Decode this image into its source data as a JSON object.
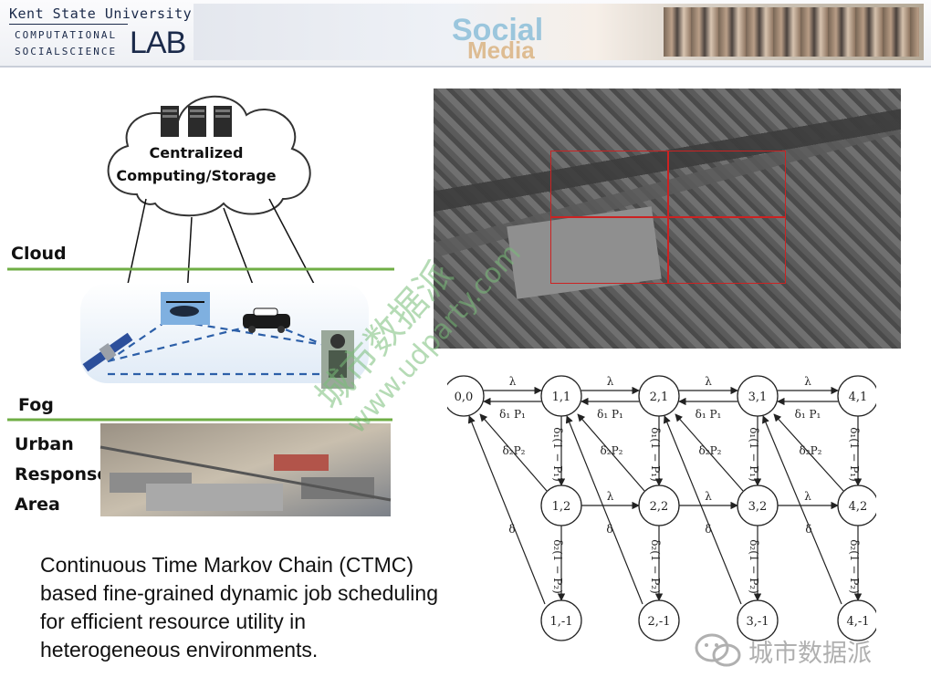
{
  "header": {
    "logo_line1": "Kent State University",
    "logo_line2": "COMPUTATIONAL",
    "logo_line3": "SOCIALSCIENCE",
    "logo_lab": "LAB",
    "collage_word1": "Social",
    "collage_word2": "Media"
  },
  "left_diagram": {
    "cloud_label_line1": "Centralized",
    "cloud_label_line2": "Computing/Storage",
    "cloud_layer": "Cloud",
    "fog_layer": "Fog",
    "area_line1": "Urban",
    "area_line2": "Response",
    "area_line3": "Area",
    "line_color": "#6fae45"
  },
  "ctmc": {
    "states_top": [
      "0,0",
      "1,1",
      "2,1",
      "3,1",
      "4,1"
    ],
    "states_mid": [
      "1,2",
      "2,2",
      "3,2",
      "4,2"
    ],
    "states_bot": [
      "1,-1",
      "2,-1",
      "3,-1",
      "4,-1"
    ],
    "rate_forward": "λ",
    "rate_back": "δ",
    "rate_back_top": "δ₁ P₁",
    "rate_diag": "δ₂P₂",
    "rate_down_top": "δ₁(1 − P₁)",
    "rate_down_mid": "δ₂(1 − P₂)"
  },
  "caption": {
    "line1": "Continuous Time Markov Chain (CTMC)",
    "line2": "based fine-grained dynamic job scheduling",
    "line3": "for efficient resource utility in",
    "line4": "heterogeneous environments."
  },
  "watermark": {
    "corner_text": "城市数据派",
    "overlay_cn": "城市数据派",
    "overlay_url": "www.udparty.com"
  }
}
